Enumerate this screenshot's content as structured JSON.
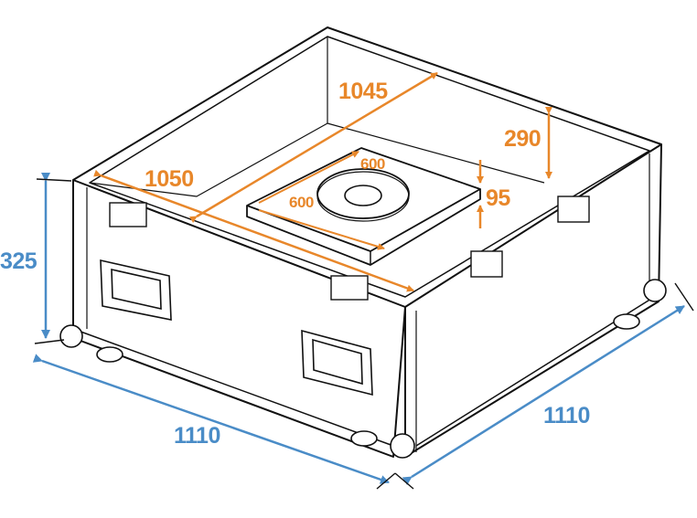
{
  "diagram": {
    "subject": "flight case with turntable insert",
    "colors": {
      "outline": "#111111",
      "inner_dimension": "#e8872a",
      "outer_dimension": "#4a8cc7",
      "background": "#ffffff"
    },
    "outer_dimensions": {
      "height": "325",
      "width_front": "1110",
      "depth_side": "1110"
    },
    "inner_dimensions": {
      "inner_length": "1045",
      "inner_width": "1050",
      "inner_height": "290",
      "platform_width_a": "600",
      "platform_width_b": "600",
      "platform_height": "95"
    }
  }
}
